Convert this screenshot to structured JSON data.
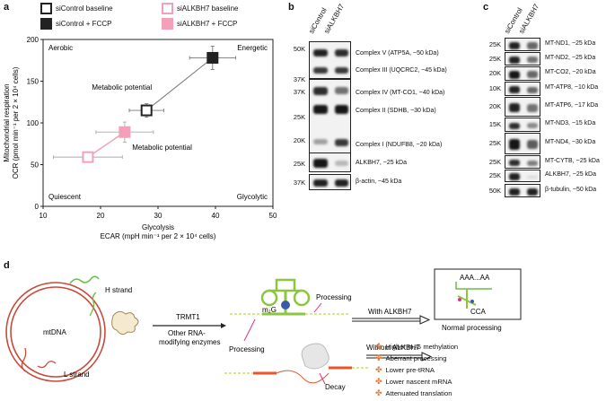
{
  "panels": {
    "a": "a",
    "b": "b",
    "c": "c",
    "d": "d"
  },
  "legend": [
    {
      "label": "siControl baseline",
      "style": "open",
      "color": "#222222"
    },
    {
      "label": "siALKBH7 baseline",
      "style": "open",
      "color": "#f4a0bb"
    },
    {
      "label": "siControl + FCCP",
      "style": "filled",
      "color": "#222222"
    },
    {
      "label": "siALKBH7 + FCCP",
      "style": "filled",
      "color": "#f4a0bb"
    }
  ],
  "chart_data": {
    "type": "scatter",
    "xlabel_line1": "Glycolysis",
    "xlabel_line2": "ECAR (mpH min⁻¹ per 2 × 10⁴ cells)",
    "ylabel_line1": "Mitochondrial respiration",
    "ylabel_line2": "OCR (pmol min⁻¹ per 2 × 10⁴ cells)",
    "xlim": [
      10,
      50
    ],
    "ylim": [
      0,
      200
    ],
    "xticks": [
      "10",
      "20",
      "30",
      "40",
      "50"
    ],
    "yticks": [
      "0",
      "50",
      "100",
      "150",
      "200"
    ],
    "quadrants": {
      "top_left": "Aerobic",
      "top_right": "Energetic",
      "bottom_left": "Quiescent",
      "bottom_right": "Glycolytic"
    },
    "annotations": [
      "Metabolic potential",
      "Metabolic potential"
    ],
    "series": [
      {
        "name": "siControl baseline",
        "x": 28,
        "y": 115,
        "xerr": 3,
        "yerr": 8,
        "marker": "open",
        "color": "#222222"
      },
      {
        "name": "siControl + FCCP",
        "x": 39.5,
        "y": 178,
        "xerr": 4,
        "yerr": 14,
        "marker": "filled",
        "color": "#222222"
      },
      {
        "name": "siALKBH7 baseline",
        "x": 17.8,
        "y": 59,
        "xerr": 6,
        "yerr": 5,
        "marker": "open",
        "color": "#f4a0bb"
      },
      {
        "name": "siALKBH7 + FCCP",
        "x": 24.2,
        "y": 89,
        "xerr": 5,
        "yerr": 12,
        "marker": "filled",
        "color": "#f4a0bb"
      }
    ]
  },
  "blot_b": {
    "lanes": [
      "siControl",
      "siALKBH7"
    ],
    "rows": [
      {
        "label": "Complex V (ATP5A, ~50 kDa)",
        "mw": "50K"
      },
      {
        "label": "Complex III (UQCRC2, ~45 kDa)",
        "mw": "37K"
      },
      {
        "label": "Complex IV (MT-CO1, ~40 kDa)",
        "mw": "37K"
      },
      {
        "label": "Complex II (SDHB, ~30 kDa)",
        "mw": "25K"
      },
      {
        "label": "Complex I (NDUFB8, ~20 kDa)",
        "mw": "20K"
      },
      {
        "label": "ALKBH7, ~25 kDa",
        "mw": "25K"
      },
      {
        "label": "β-actin, ~45 kDa",
        "mw": "37K"
      }
    ]
  },
  "blot_c": {
    "lanes": [
      "siControl",
      "siALKBH7"
    ],
    "rows": [
      {
        "label": "MT-ND1, ~25 kDa",
        "mw": "25K"
      },
      {
        "label": "MT-ND2, ~25 kDa",
        "mw": "25K"
      },
      {
        "label": "MT-CO2, ~20 kDa",
        "mw": "20K"
      },
      {
        "label": "MT-ATP8, ~10 kDa",
        "mw": "10K"
      },
      {
        "label": "MT-ATP6, ~17 kDa",
        "mw": "20K"
      },
      {
        "label": "MT-ND3, ~15 kDa",
        "mw": "15K"
      },
      {
        "label": "MT-ND4, ~30 kDa",
        "mw": "25K"
      },
      {
        "label": "MT-CYTB, ~25 kDa",
        "mw": "25K"
      },
      {
        "label": "ALKBH7, ~25 kDa",
        "mw": "25K"
      },
      {
        "label": "β-tubulin, ~50 kDa",
        "mw": "50K"
      }
    ]
  },
  "diagram": {
    "h_strand": "H strand",
    "mtdna": "mtDNA",
    "l_strand": "L strand",
    "trmt1": "TRMT1",
    "other_enzymes_1": "Other RNA-",
    "other_enzymes_2": "modifying enzymes",
    "m2g": "m₂G",
    "processing_top": "Processing",
    "processing_left": "Processing",
    "with_alkbh7": "With ALKBH7",
    "without_alkbh7": "Without ALKBH7",
    "decay": "Decay",
    "poly_a": "AAA...AA",
    "cca": "CCA",
    "normal_processing": "Normal processing",
    "outcomes": [
      "Higher m₂G methylation",
      "Aberrant processing",
      "Lower pre-tRNA",
      "Lower nascent mRNA",
      "Attenuated translation"
    ]
  }
}
